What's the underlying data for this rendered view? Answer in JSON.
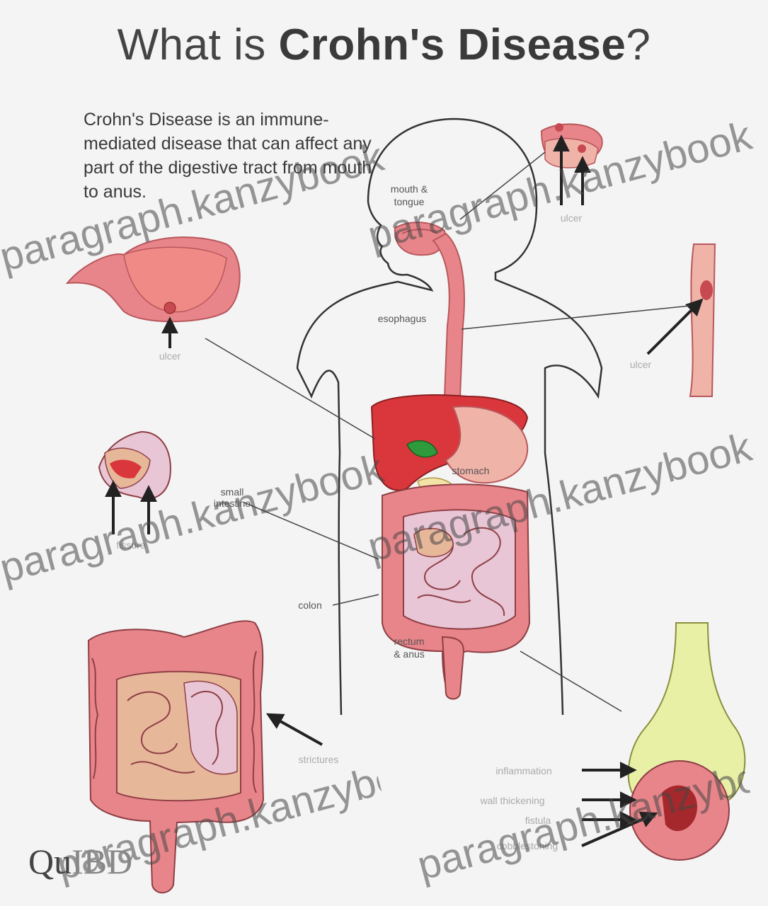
{
  "title": {
    "prefix": "What is ",
    "bold": "Crohn's Disease",
    "suffix": "?"
  },
  "intro": "Crohn's Disease is an immune-mediated disease that can affect any part of the digestive tract from mouth to anus.",
  "labels": {
    "mouth": "mouth &",
    "mouth2": "tongue",
    "esophagus": "esophagus",
    "stomach": "stomach",
    "small_intestine": "small",
    "small_intestine2": "intestine",
    "colon": "colon",
    "rectum": "rectum",
    "rectum2": "& anus",
    "ulcer1": "ulcer",
    "ulcer2": "ulcer",
    "ulcer3": "ulcer",
    "fissure": "fissure",
    "strictures": "strictures",
    "inflammation": "inflammation",
    "wall_thickening": "wall thickening",
    "fistula": "fistula",
    "inflammation2": "cobblestoning"
  },
  "watermark": "paragraph.kanzybooks.com",
  "logo": {
    "part1": "Qu",
    "part2": "IBD"
  },
  "colors": {
    "tissue": "#e8858a",
    "tissue_dark": "#b8575c",
    "liver": "#d9373b",
    "intestine_tan": "#e7b79a",
    "intestine_pink": "#e8c6d6",
    "yellow": "#e8f0a6",
    "outline": "#333333"
  }
}
